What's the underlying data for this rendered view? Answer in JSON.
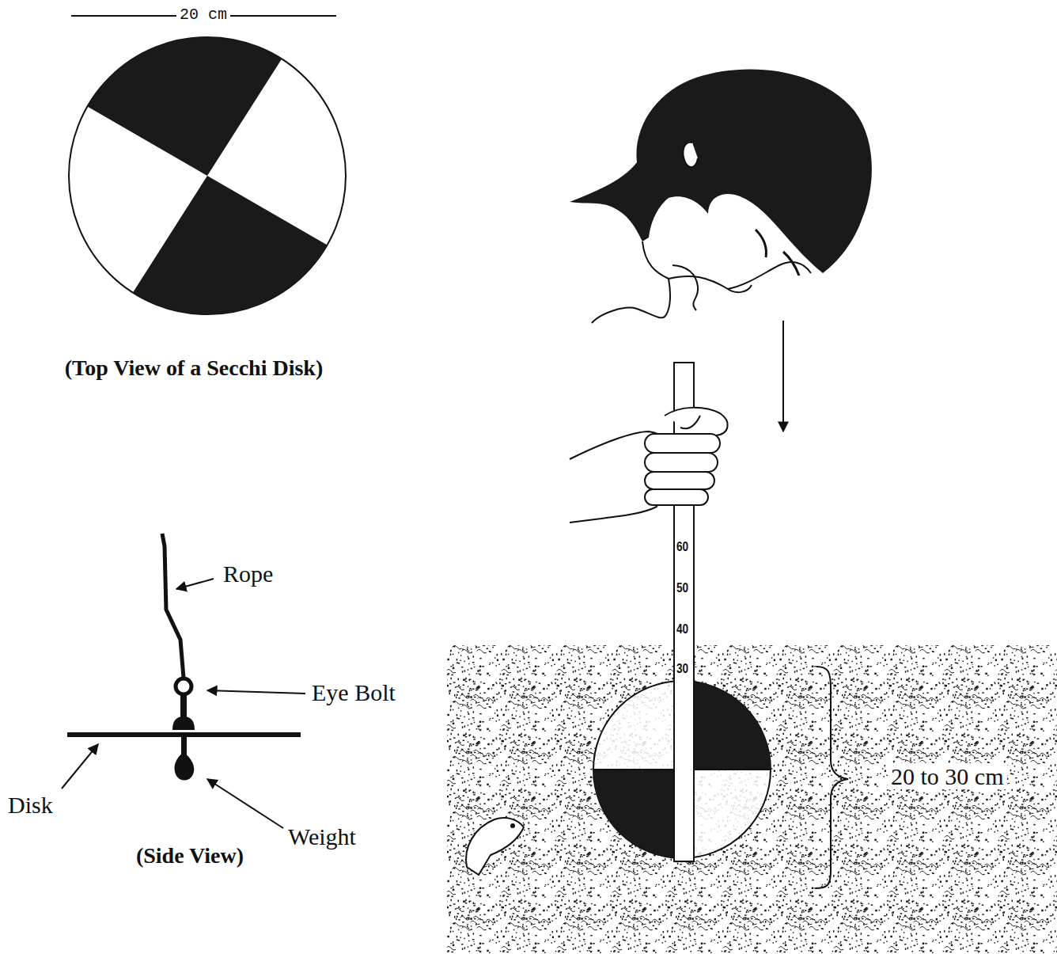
{
  "diagram": {
    "labels": [
      "20 cm",
      "(Top View of a Secchi Disk)",
      "Rope",
      "Eye Bolt",
      "Disk",
      "Weight",
      "(Side View)",
      "60",
      "50",
      "40",
      "30",
      "20 to 30 cm"
    ]
  }
}
